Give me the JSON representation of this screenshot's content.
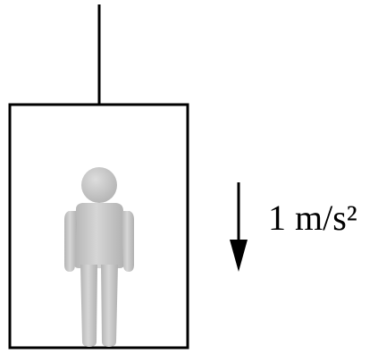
{
  "diagram": {
    "acceleration": {
      "value": 1,
      "unit": "m/s²",
      "label": "1 m/s²",
      "direction": "down"
    },
    "colors": {
      "stroke": "#000000",
      "person": "#c9c9c9",
      "background": "#ffffff"
    }
  }
}
